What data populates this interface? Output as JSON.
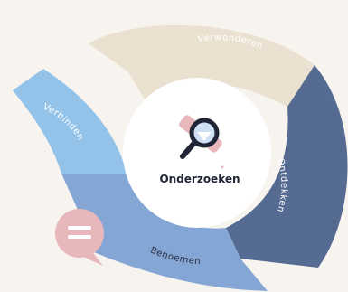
{
  "diagram": {
    "center_label": "Onderzoeken",
    "segments": [
      {
        "label": "Verwonderen",
        "color": "#ebe1d1",
        "text_color": "#ffffff"
      },
      {
        "label": "Ontdekken",
        "color": "#556b91",
        "text_color": "#ffffff"
      },
      {
        "label": "Benoemen",
        "color": "#84a6d4",
        "text_color": "#2a2d40"
      },
      {
        "label": "Verbinden",
        "color": "#94c3ea",
        "text_color": "#ffffff"
      }
    ],
    "colors": {
      "background": "#f7f3ef",
      "center_fill": "#ffffff",
      "magnifier": "#1f2535",
      "lens": "#cfe0f4",
      "accent_pink": "#e8b7bb"
    },
    "icons": [
      "magnifier-icon",
      "speech-bubble-icon"
    ]
  }
}
